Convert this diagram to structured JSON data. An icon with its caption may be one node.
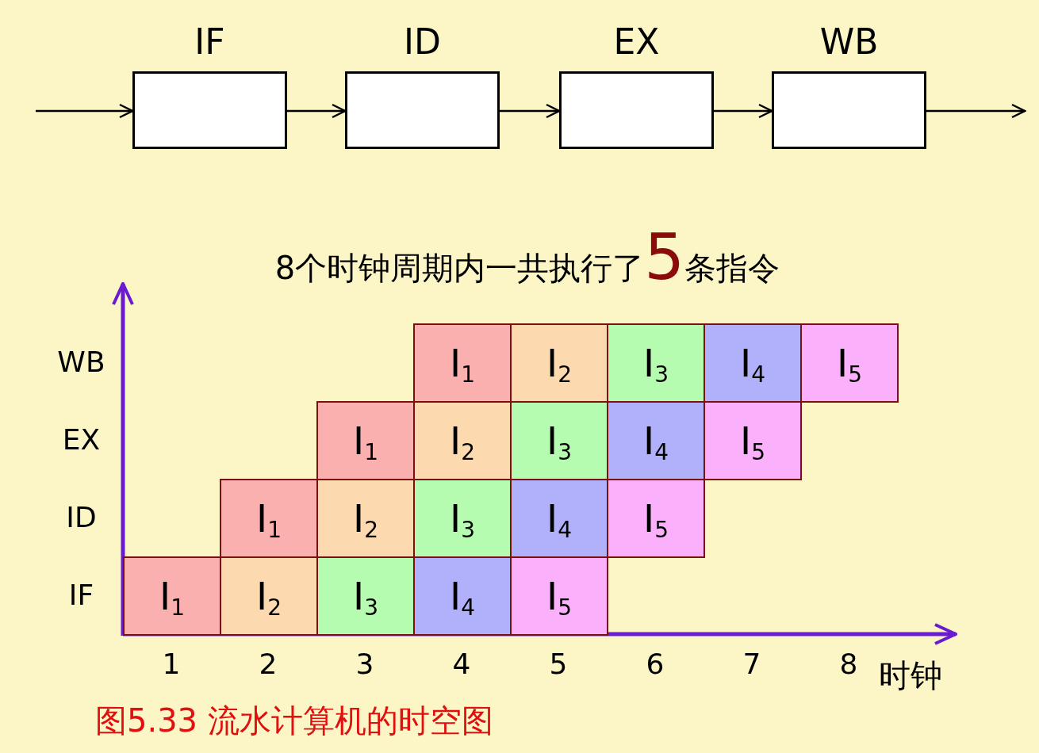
{
  "diagram": {
    "title": "8个时钟周期内一共执行了**5**条指令",
    "caption": "图5.33 流水计算机的时空图",
    "nodes": [
      {
        "text": [
          "IF"
        ]
      },
      {
        "text": [
          "ID"
        ]
      },
      {
        "text": [
          "EX"
        ]
      },
      {
        "text": [
          "WB"
        ]
      },
      {
        "text": [
          "I$_{1}$"
        ]
      },
      {
        "text": [
          "I$_{2}$"
        ]
      },
      {
        "text": [
          "I$_{3}$"
        ]
      },
      {
        "text": [
          "I$_{4}$"
        ]
      },
      {
        "text": [
          "I$_{5}$"
        ]
      },
      {
        "text": [
          "I$_{1}$"
        ]
      },
      {
        "text": [
          "I$_{2}$"
        ]
      },
      {
        "text": [
          "I$_{3}$"
        ]
      },
      {
        "text": [
          "I$_{4}$"
        ]
      },
      {
        "text": [
          "I$_{5}$"
        ]
      },
      {
        "text": [
          "I$_{1}$"
        ]
      },
      {
        "text": [
          "I$_{2}$"
        ]
      },
      {
        "text": [
          "I$_{3}$"
        ]
      },
      {
        "text": [
          "I$_{4}$"
        ]
      },
      {
        "text": [
          "I$_{5}$"
        ]
      },
      {
        "text": [
          "I$_{1}$"
        ]
      },
      {
        "text": [
          "I$_{2}$"
        ]
      },
      {
        "text": [
          "I$_{3}$"
        ]
      },
      {
        "text": [
          "I$_{4}$"
        ]
      },
      {
        "text": [
          "I$_{5}$"
        ]
      }
    ],
    "edges": [
      {
        "from": null,
        "to": 0,
        "arrow": "to"
      },
      {
        "from": 0,
        "to": 1,
        "arrow": "to"
      },
      {
        "from": 1,
        "to": 2,
        "arrow": "to"
      },
      {
        "from": 2,
        "to": 3,
        "arrow": "to"
      },
      {
        "from": 3,
        "to": null,
        "arrow": "to"
      }
    ],
    "labels": [
      "WB",
      "EX",
      "ID",
      "IF",
      "1",
      "2",
      "3",
      "4",
      "5",
      "6",
      "7",
      "8",
      "时钟"
    ]
  }
}
